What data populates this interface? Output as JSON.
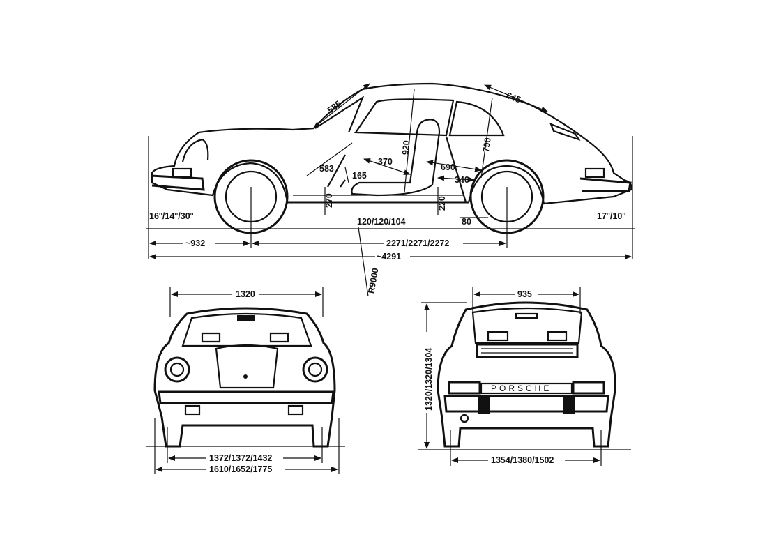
{
  "side_view": {
    "windshield_length": "585",
    "rear_window_length": "645",
    "seat_height": "920",
    "rear_headroom": "790",
    "front_seat_offset": "583",
    "pedal_height": "165",
    "seat_depth": "370",
    "legroom": "690",
    "rear_offset": "340",
    "sill_height_front": "270",
    "sill_height_rear": "220",
    "front_angles": "16°/14°/30°",
    "rear_angles": "17°/10°",
    "ground_clearance": "120/120/104",
    "rear_clearance": "80",
    "front_overhang": "~932",
    "wheelbase": "2271/2271/2272",
    "overall_length": "~4291",
    "turning_radius": "R9000"
  },
  "front_view": {
    "roof_width": "1320",
    "track_width": "1372/1372/1432",
    "overall_width": "1610/1652/1775"
  },
  "rear_view": {
    "rear_window_width": "935",
    "height": "1320/1320/1304",
    "track_width": "1354/1380/1502",
    "badge_text": "PORSCHE"
  }
}
